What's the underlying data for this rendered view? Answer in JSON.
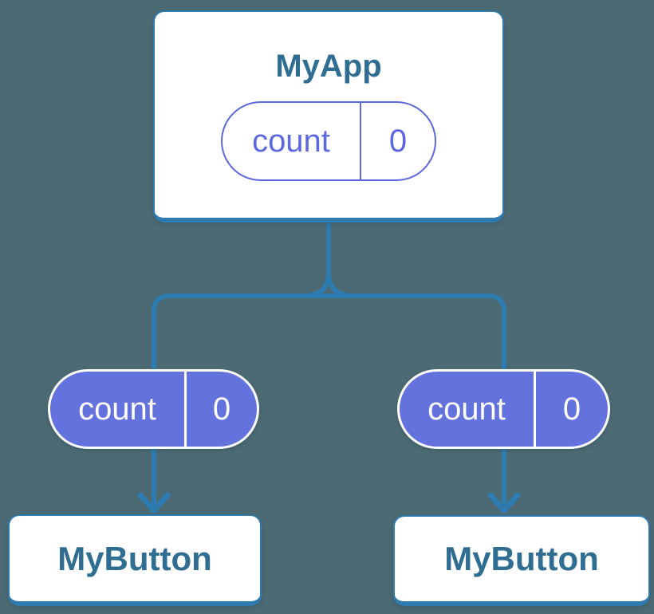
{
  "colors": {
    "background": "#4c6a73",
    "connector_blue": "#2e7bb1",
    "card_border_blue": "#2e7bb1",
    "heading_blue": "#2f6d92",
    "pill_purple_fill": "#6472de",
    "pill_purple_outline": "#5c68e0",
    "card_background": "#ffffff",
    "pill_light_text": "#ffffff"
  },
  "tree": {
    "root": {
      "title": "MyApp",
      "state": {
        "name": "count",
        "value": "0"
      }
    },
    "children": [
      {
        "title": "MyButton",
        "prop": {
          "name": "count",
          "value": "0"
        }
      },
      {
        "title": "MyButton",
        "prop": {
          "name": "count",
          "value": "0"
        }
      }
    ]
  }
}
